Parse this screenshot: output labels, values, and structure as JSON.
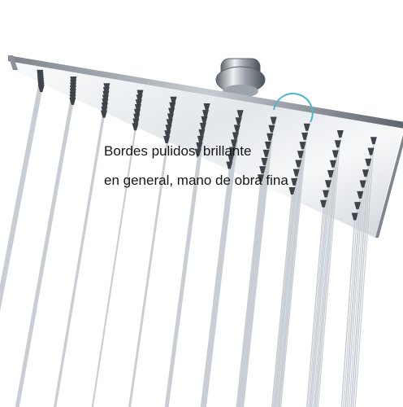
{
  "image": {
    "subject": "square stainless steel rain shower head with spraying water jets",
    "colors": {
      "background": "#ffffff",
      "chrome_light": "#f2f4f6",
      "chrome_dark": "#5d636b",
      "water": "#c9ced4",
      "nozzle": "#3f444b",
      "highlight_circle": "#4fb7c9"
    },
    "caption_lines": [
      "Bordes pulidos, brillante",
      "en general, mano de obra fina"
    ]
  }
}
